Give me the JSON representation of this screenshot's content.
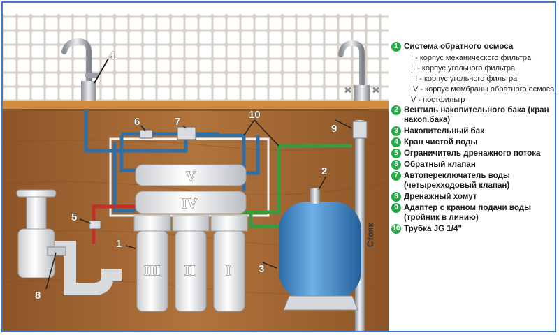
{
  "colors": {
    "wall_tile": "#ffffff",
    "grout": "#d9d0c8",
    "wood": "#a96a34",
    "counter": "#d18b3e",
    "pipe_blue": "#2f6fa8",
    "pipe_red": "#c0302a",
    "pipe_green": "#3a9a3f",
    "tank": "#3f86c9",
    "legend_accent": "#2aa84a"
  },
  "callouts": [
    "1",
    "2",
    "3",
    "4",
    "5",
    "6",
    "7",
    "8",
    "9",
    "10"
  ],
  "housing_labels": {
    "v": "V",
    "iv": "IV",
    "iii": "III",
    "ii": "II",
    "i": "I"
  },
  "riser_label": "Стояк",
  "legend": {
    "items": [
      {
        "n": "1",
        "text": "Система обратного осмоса",
        "subs": [
          "I - корпус механического фильтра",
          "II - корпус угольного фильтра",
          "III - корпус угольного фильтра",
          "IV - корпус мембраны обратного осмоса",
          "V - постфильтр"
        ]
      },
      {
        "n": "2",
        "text": "Вентиль накопительного бака (кран накоп.бака)"
      },
      {
        "n": "3",
        "text": "Накопительный бак"
      },
      {
        "n": "4",
        "text": "Кран чистой воды"
      },
      {
        "n": "5",
        "text": "Ограничитель дренажного потока"
      },
      {
        "n": "6",
        "text": "Обратный клапан"
      },
      {
        "n": "7",
        "text": "Автопереключатель воды (четырехходовый клапан)"
      },
      {
        "n": "8",
        "text": "Дренажный хомут"
      },
      {
        "n": "9",
        "text": "Адаптер с краном подачи воды (тройник в линию)"
      },
      {
        "n": "10",
        "text": "Трубка JG 1/4\""
      }
    ]
  }
}
